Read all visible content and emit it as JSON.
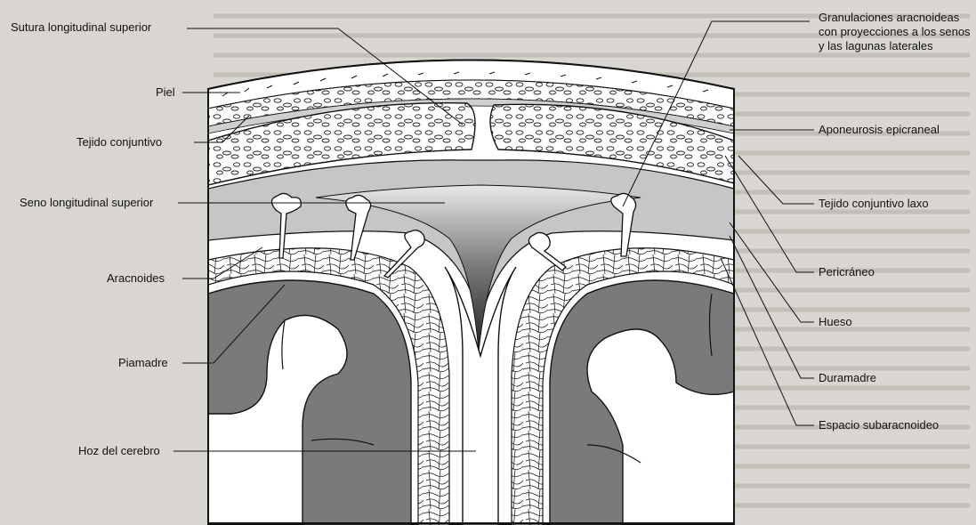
{
  "figure": {
    "labels_left": [
      {
        "id": "sutura",
        "text": "Sutura longitudinal superior"
      },
      {
        "id": "piel",
        "text": "Piel"
      },
      {
        "id": "tejido",
        "text": "Tejido conjuntivo"
      },
      {
        "id": "seno",
        "text": "Seno longitudinal superior"
      },
      {
        "id": "aracnoides",
        "text": "Aracnoides"
      },
      {
        "id": "piamadre",
        "text": "Piamadre"
      },
      {
        "id": "hoz",
        "text": "Hoz del cerebro"
      }
    ],
    "labels_right": [
      {
        "id": "granulaciones",
        "lines": [
          "Granulaciones aracnoideas",
          "con proyecciones a los senos",
          "y las lagunas laterales"
        ]
      },
      {
        "id": "aponeurosis",
        "text": "Aponeurosis epicraneal"
      },
      {
        "id": "laxo",
        "text": "Tejido conjuntivo laxo"
      },
      {
        "id": "pericraneo",
        "text": "Pericráneo"
      },
      {
        "id": "hueso",
        "text": "Hueso"
      },
      {
        "id": "duramadre",
        "text": "Duramadre"
      },
      {
        "id": "espacio",
        "text": "Espacio subaracnoideo"
      }
    ]
  },
  "colors": {
    "page": "#d9d6d1",
    "diagram_bg": "#ffffff",
    "cortex": "#7a7a7a",
    "membrane_gray": "#c8c8c8",
    "outline": "#111111"
  }
}
